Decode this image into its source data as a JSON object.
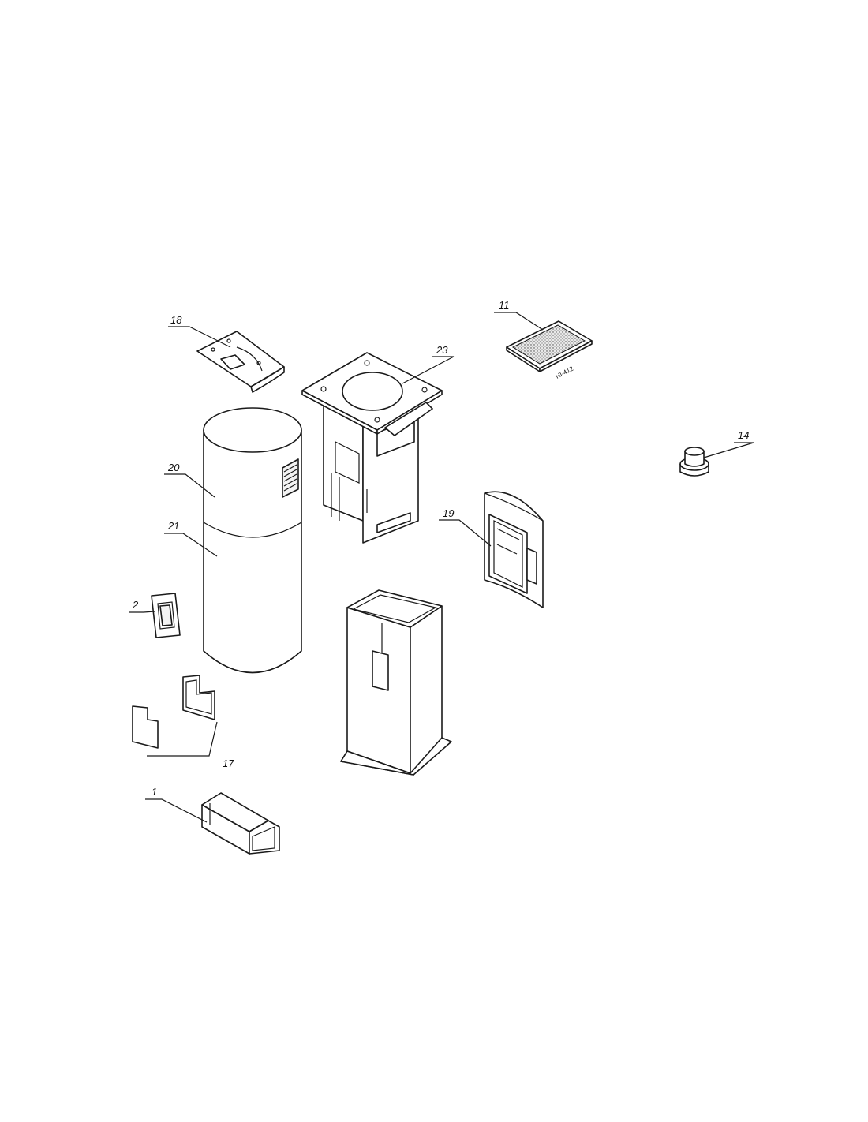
{
  "callouts": {
    "c18": "18",
    "c11": "11",
    "c23": "23",
    "c14": "14",
    "c20": "20",
    "c21": "21",
    "c19": "19",
    "c2": "2",
    "c17": "17",
    "c1": "1"
  },
  "filter_stamp": "HI-412",
  "colors": {
    "line": "#1a1a1a",
    "paper": "#ffffff"
  }
}
